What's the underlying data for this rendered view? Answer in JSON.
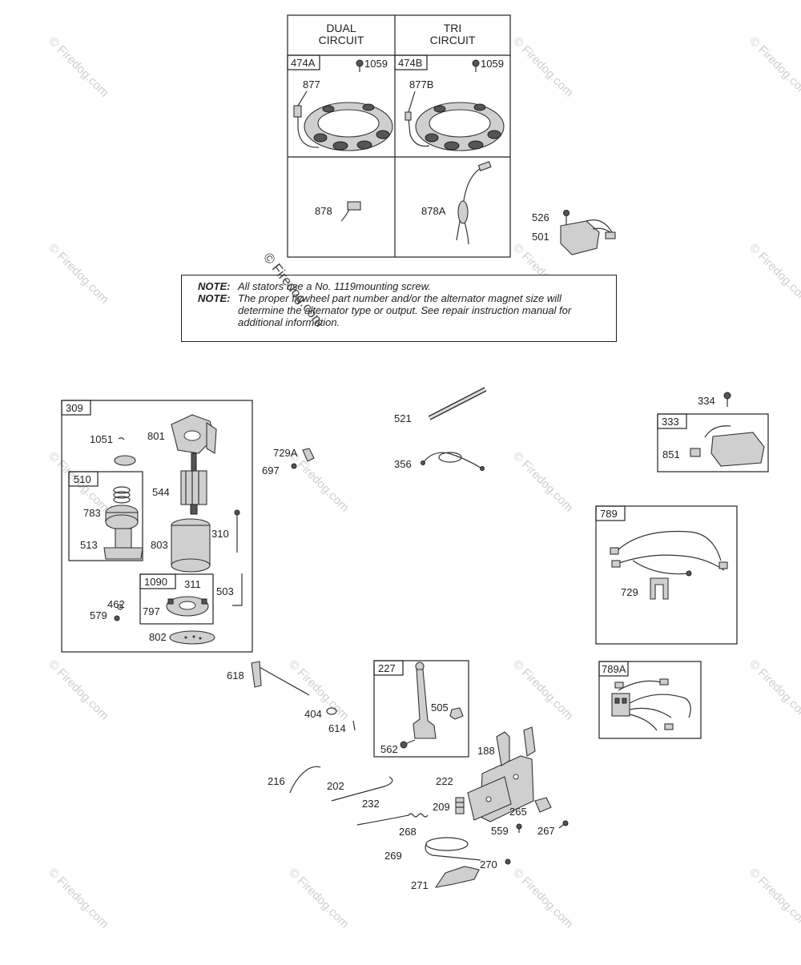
{
  "watermark": "© Firedog.com",
  "stamp": "© Firedog.com",
  "stator_table": {
    "col1": [
      "DUAL",
      "CIRCUIT"
    ],
    "col2": [
      "TRI",
      "CIRCUIT"
    ],
    "kit1": "474A",
    "kit2": "474B",
    "screw1": "1059",
    "screw2": "1059",
    "lead1": "877",
    "lead2": "877B",
    "plug1": "878",
    "plug2": "878A"
  },
  "notes": [
    {
      "key": "NOTE:",
      "text": "All stators use a No. 1119mounting screw."
    },
    {
      "key": "NOTE:",
      "text": "The proper flywheel part number and/or the alternator magnet size will determine the alternator type or output. See repair instruction manual for additional information."
    }
  ],
  "regulator": {
    "screw": "526",
    "part": "501"
  },
  "starter": {
    "kit": "309",
    "drive_kit": "510",
    "brush_kit": "1090",
    "labels": [
      "1051",
      "801",
      "544",
      "783",
      "513",
      "803",
      "310",
      "311",
      "797",
      "503",
      "462",
      "579",
      "802"
    ]
  },
  "misc": {
    "bracket": "729A",
    "nut": "697",
    "rod": "521",
    "wire": "356"
  },
  "ignition": {
    "screw": "334",
    "kit": "333",
    "part": "851"
  },
  "harness_789": {
    "kit": "789",
    "part": "729"
  },
  "harness_789a": {
    "kit": "789A"
  },
  "linkage": {
    "shaft": "618",
    "washer": "404",
    "pin": "614",
    "lever": "216",
    "rod": "202",
    "spring": "232"
  },
  "control_kit": {
    "kit": "227",
    "nut": "505",
    "screw": "562"
  },
  "bracket_parts": {
    "bracket": "188",
    "plate": "222",
    "spring": "209",
    "block": "265",
    "screw559": "559",
    "screw267": "267",
    "cable": "268",
    "clip": "269",
    "nut": "270",
    "lever": "271"
  }
}
